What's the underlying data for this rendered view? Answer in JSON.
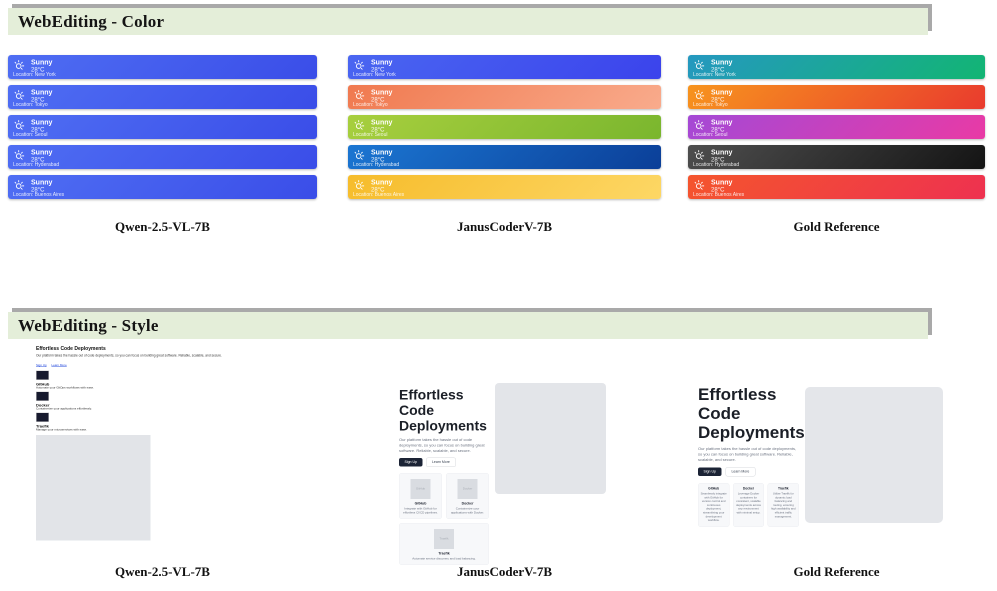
{
  "color_section": {
    "title": "WebEditing - Color",
    "columns": [
      {
        "label": "Qwen-2.5-VL-7B",
        "cards": [
          {
            "condition": "Sunny",
            "temp": "28°C",
            "location": "Location: New York",
            "gradient": [
              "#4f6ef3",
              "#3a4de8"
            ]
          },
          {
            "condition": "Sunny",
            "temp": "28°C",
            "location": "Location: Tokyo",
            "gradient": [
              "#4f6ef3",
              "#3a4de8"
            ]
          },
          {
            "condition": "Sunny",
            "temp": "28°C",
            "location": "Location: Seoul",
            "gradient": [
              "#4f6ef3",
              "#3a4de8"
            ]
          },
          {
            "condition": "Sunny",
            "temp": "28°C",
            "location": "Location: Hyderabad",
            "gradient": [
              "#4f6ef3",
              "#3a4de8"
            ]
          },
          {
            "condition": "Sunny",
            "temp": "28°C",
            "location": "Location: Buenos Aires",
            "gradient": [
              "#4f6ef3",
              "#3a4de8"
            ]
          }
        ]
      },
      {
        "label": "JanusCoderV-7B",
        "cards": [
          {
            "condition": "Sunny",
            "temp": "28°C",
            "location": "Location: New York",
            "gradient": [
              "#4a66f1",
              "#3b43ec"
            ]
          },
          {
            "condition": "Sunny",
            "temp": "28°C",
            "location": "Location: Tokyo",
            "gradient": [
              "#f0794f",
              "#f9ab8c"
            ]
          },
          {
            "condition": "Sunny",
            "temp": "28°C",
            "location": "Location: Seoul",
            "gradient": [
              "#a8cf3e",
              "#7ab62e"
            ]
          },
          {
            "condition": "Sunny",
            "temp": "28°C",
            "location": "Location: Hyderabad",
            "gradient": [
              "#1b76d2",
              "#0b3f98"
            ]
          },
          {
            "condition": "Sunny",
            "temp": "28°C",
            "location": "Location: Buenos Aires",
            "gradient": [
              "#f6bc2b",
              "#fdd765"
            ]
          }
        ]
      },
      {
        "label": "Gold Reference",
        "cards": [
          {
            "condition": "Sunny",
            "temp": "28°C",
            "location": "Location: New York",
            "gradient": [
              "#2598c0",
              "#12b573"
            ]
          },
          {
            "condition": "Sunny",
            "temp": "28°C",
            "location": "Location: Tokyo",
            "gradient": [
              "#f7941e",
              "#e93b2e"
            ]
          },
          {
            "condition": "Sunny",
            "temp": "28°C",
            "location": "Location: Seoul",
            "gradient": [
              "#a449d6",
              "#e93aa5"
            ]
          },
          {
            "condition": "Sunny",
            "temp": "28°C",
            "location": "Location: Hyderabad",
            "gradient": [
              "#4e4e4e",
              "#141414"
            ]
          },
          {
            "condition": "Sunny",
            "temp": "28°C",
            "location": "Location: Buenos Aires",
            "gradient": [
              "#f4552d",
              "#ee3150"
            ]
          }
        ]
      }
    ]
  },
  "style_section": {
    "title": "WebEditing - Style",
    "labels": [
      "Qwen-2.5-VL-7B",
      "JanusCoderV-7B",
      "Gold Reference"
    ],
    "qwen": {
      "heading": "Effortless Code Deployments",
      "paragraph": "Our platform takes the hassle out of code deployments, so you can focus on building great software. Reliable, scalable, and secure.",
      "links": [
        "Sign Up",
        "Learn More"
      ],
      "features": [
        {
          "title": "GitHub",
          "desc": "Automate your GitOps workflows with ease."
        },
        {
          "title": "Docker",
          "desc": "Containerize your applications effortlessly."
        },
        {
          "title": "Traefik",
          "desc": "Manage your microservices with ease."
        }
      ]
    },
    "janus": {
      "heading": "Effortless Code Deployments",
      "paragraph": "Our platform takes the hassle out of code deployments, so you can focus on building great software. Reliable, scalable, and secure.",
      "buttons": [
        "Sign Up",
        "Learn More"
      ],
      "cards": [
        {
          "title": "GitHub",
          "desc": "Integrate with GitHub for effortless CI/CD pipelines."
        },
        {
          "title": "Docker",
          "desc": "Containerize your applications with Docker."
        },
        {
          "title": "Traefik",
          "desc": "Automate service discovery and load balancing."
        }
      ]
    },
    "gold": {
      "heading": "Effortless Code Deployments",
      "paragraph": "Our platform takes the hassle out of code deployments, so you can focus on building great software. Reliable, scalable, and secure.",
      "buttons": [
        "Sign Up",
        "Learn More"
      ],
      "cards": [
        {
          "title": "GitHub",
          "desc": "Seamlessly integrate with GitHub for version control and continuous deployment, streamlining your development workflow."
        },
        {
          "title": "Docker",
          "desc": "Leverage Docker containers for consistent, scalable deployments across any environment with minimal setup."
        },
        {
          "title": "Traefik",
          "desc": "Utilize Traefik for dynamic load balancing and routing, ensuring high availability and efficient traffic management."
        }
      ]
    },
    "colors": {
      "banner_bg": "#e4eed9",
      "banner_shadow": "#a9a9a9"
    }
  }
}
